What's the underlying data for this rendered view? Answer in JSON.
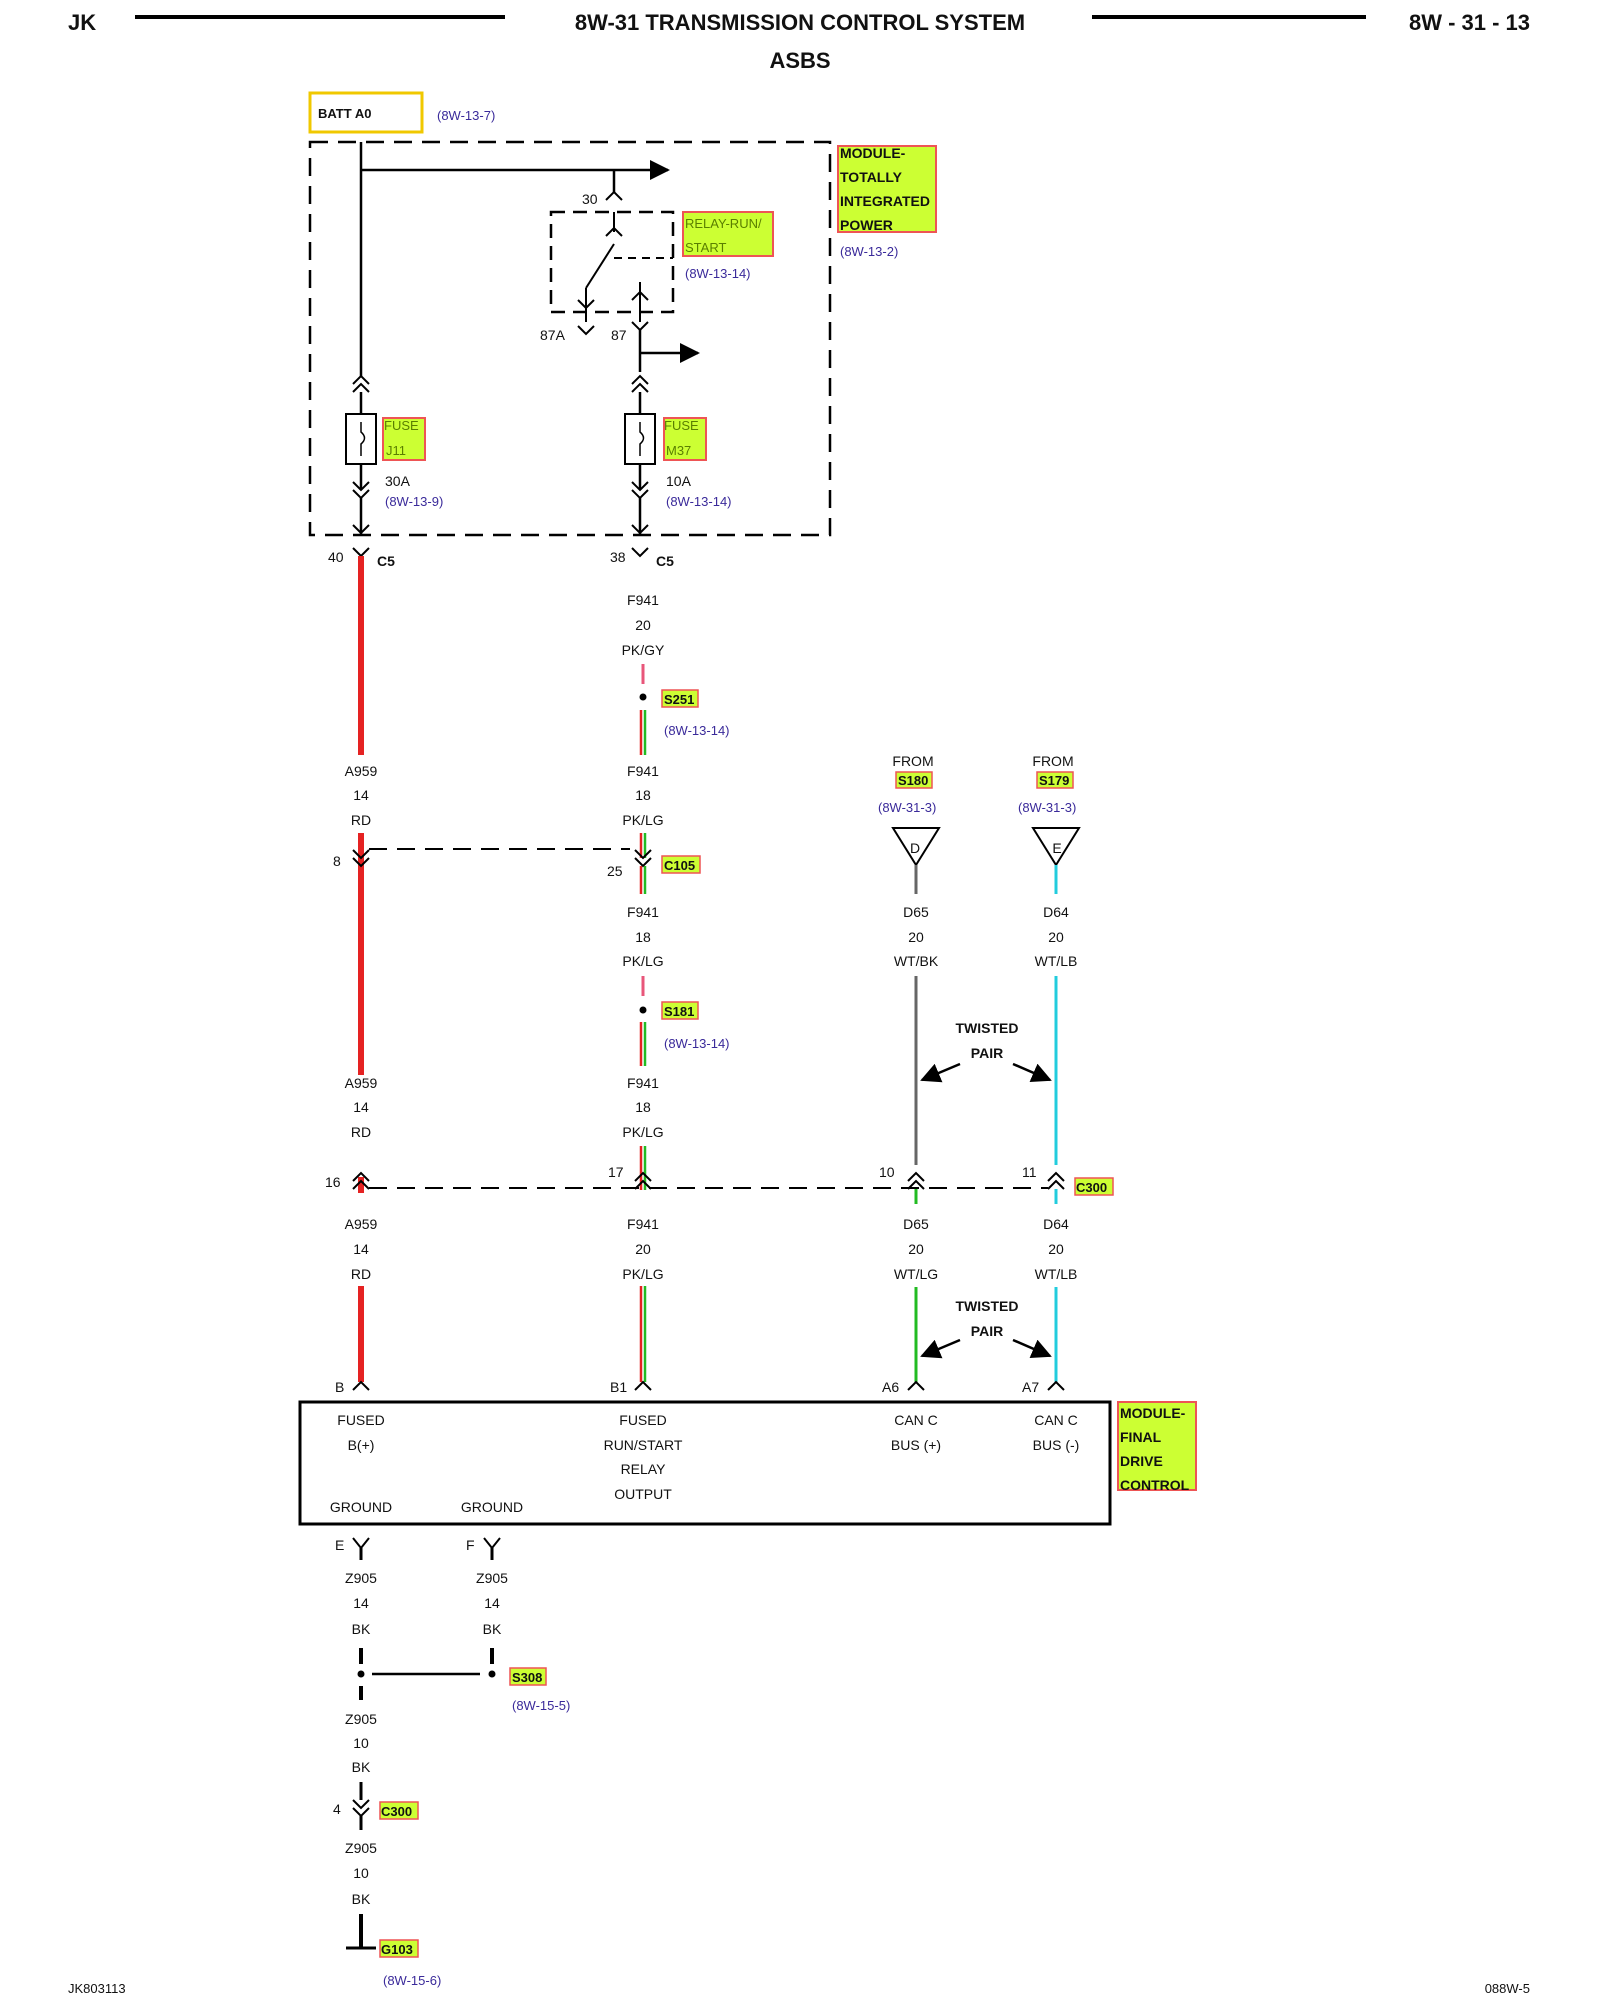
{
  "header": {
    "left": "JK",
    "title": "8W-31 TRANSMISSION CONTROL SYSTEM",
    "subtitle": "ASBS",
    "right": "8W - 31 - 13"
  },
  "footer": {
    "left": "JK803113",
    "right": "088W-5"
  },
  "battery": {
    "label": "BATT A0",
    "ref": "(8W-13-7)"
  },
  "tipm": {
    "lines": [
      "MODULE-",
      "TOTALLY",
      "INTEGRATED",
      "POWER"
    ],
    "ref": "(8W-13-2)"
  },
  "relay": {
    "lines": [
      "RELAY-RUN/",
      "START"
    ],
    "ref": "(8W-13-14)",
    "pin30": "30",
    "pin87a": "87A",
    "pin87": "87"
  },
  "fuse_j11": {
    "lines": [
      "FUSE",
      "J11"
    ],
    "rating": "30A",
    "ref": "(8W-13-9)"
  },
  "fuse_m37": {
    "lines": [
      "FUSE",
      "M37"
    ],
    "rating": "10A",
    "ref": "(8W-13-14)"
  },
  "c5": {
    "name": "C5",
    "pin_a": "40",
    "pin_b": "38"
  },
  "wires": {
    "f941_top": [
      "F941",
      "20",
      "PK/GY"
    ],
    "a959_1": [
      "A959",
      "14",
      "RD"
    ],
    "f941_1": [
      "F941",
      "18",
      "PK/LG"
    ],
    "f941_2": [
      "F941",
      "18",
      "PK/LG"
    ],
    "a959_2": [
      "A959",
      "14",
      "RD"
    ],
    "f941_3": [
      "F941",
      "18",
      "PK/LG"
    ],
    "a959_3": [
      "A959",
      "14",
      "RD"
    ],
    "f941_4": [
      "F941",
      "20",
      "PK/LG"
    ],
    "d65_1": [
      "D65",
      "20",
      "WT/BK"
    ],
    "d64_1": [
      "D64",
      "20",
      "WT/LB"
    ],
    "d65_2": [
      "D65",
      "20",
      "WT/LG"
    ],
    "d64_2": [
      "D64",
      "20",
      "WT/LB"
    ],
    "z905_e": [
      "Z905",
      "14",
      "BK"
    ],
    "z905_f": [
      "Z905",
      "14",
      "BK"
    ],
    "z905_2": [
      "Z905",
      "10",
      "BK"
    ],
    "z905_3": [
      "Z905",
      "10",
      "BK"
    ]
  },
  "s251": {
    "name": "S251",
    "ref": "(8W-13-14)"
  },
  "s181": {
    "name": "S181",
    "ref": "(8W-13-14)"
  },
  "s308": {
    "name": "S308",
    "ref": "(8W-15-5)"
  },
  "c105": {
    "name": "C105",
    "pin_a": "8",
    "pin_b": "25"
  },
  "c300": {
    "name": "C300",
    "pin_a": "16",
    "pin_b": "17",
    "pin_c": "10",
    "pin_d": "11"
  },
  "c300_b": {
    "name": "C300",
    "pin": "4"
  },
  "g103": {
    "name": "G103",
    "ref": "(8W-15-6)"
  },
  "from_d": {
    "from": "FROM",
    "splice": "S180",
    "ref": "(8W-31-3)",
    "letter": "D"
  },
  "from_e": {
    "from": "FROM",
    "splice": "S179",
    "ref": "(8W-31-3)",
    "letter": "E"
  },
  "twisted_1": [
    "TWISTED",
    "PAIR"
  ],
  "twisted_2": [
    "TWISTED",
    "PAIR"
  ],
  "fdcm": {
    "name_lines": [
      "MODULE-",
      "FINAL",
      "DRIVE",
      "CONTROL"
    ],
    "pin_b": "B",
    "pin_b1": "B1",
    "pin_a6": "A6",
    "pin_a7": "A7",
    "fused_b": [
      "FUSED",
      "B(+)"
    ],
    "fused_run": [
      "FUSED",
      "RUN/START",
      "RELAY",
      "OUTPUT"
    ],
    "can_plus": [
      "CAN C",
      "BUS (+)"
    ],
    "can_minus": [
      "CAN C",
      "BUS (-)"
    ],
    "ground_1": "GROUND",
    "ground_2": "GROUND",
    "pin_e": "E",
    "pin_f": "F"
  },
  "colors": {
    "red": "#e52222",
    "pink": "#e8a0b0",
    "green": "#22bb22",
    "cyan": "#22ccdd",
    "gray": "#666666",
    "highlight": "#ccff33",
    "xref": "#3a2a9a"
  }
}
